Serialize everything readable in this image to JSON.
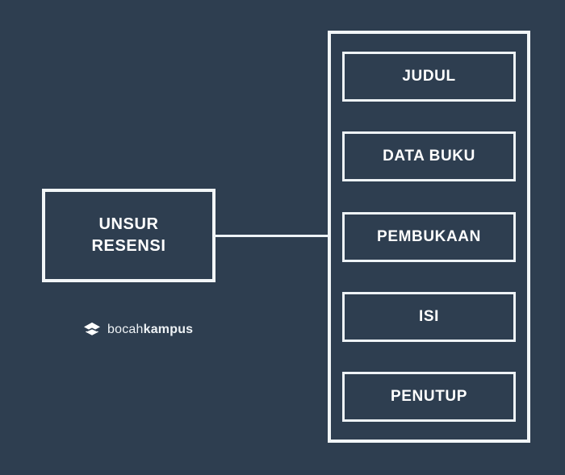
{
  "diagram": {
    "type": "bracket-tree",
    "background_color": "#2e3e50",
    "line_color": "#f2f6f8",
    "text_color": "#ffffff",
    "root": {
      "label_line1": "UNSUR",
      "label_line2": "RESENSI"
    },
    "branches": [
      {
        "label": "JUDUL"
      },
      {
        "label": "DATA BUKU"
      },
      {
        "label": "PEMBUKAAN"
      },
      {
        "label": "ISI"
      },
      {
        "label": "PENUTUP"
      }
    ]
  },
  "watermark": {
    "icon": "stacked-layers-icon",
    "text_light": "bocah",
    "text_bold": "kampus"
  }
}
